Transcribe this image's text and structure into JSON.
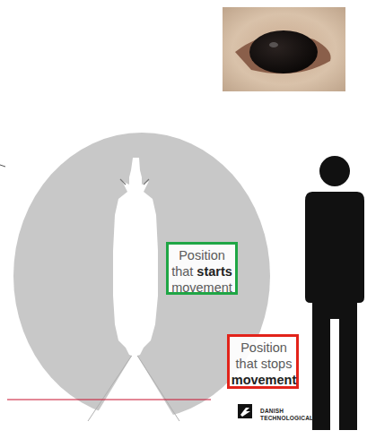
{
  "diagram": {
    "nodes": [
      {
        "text": [
          "Position that starts movement"
        ]
      },
      {
        "text": [
          "Position that stops movement"
        ]
      }
    ],
    "labels": [
      "DANISH TECHNOLOGICAL"
    ]
  }
}
